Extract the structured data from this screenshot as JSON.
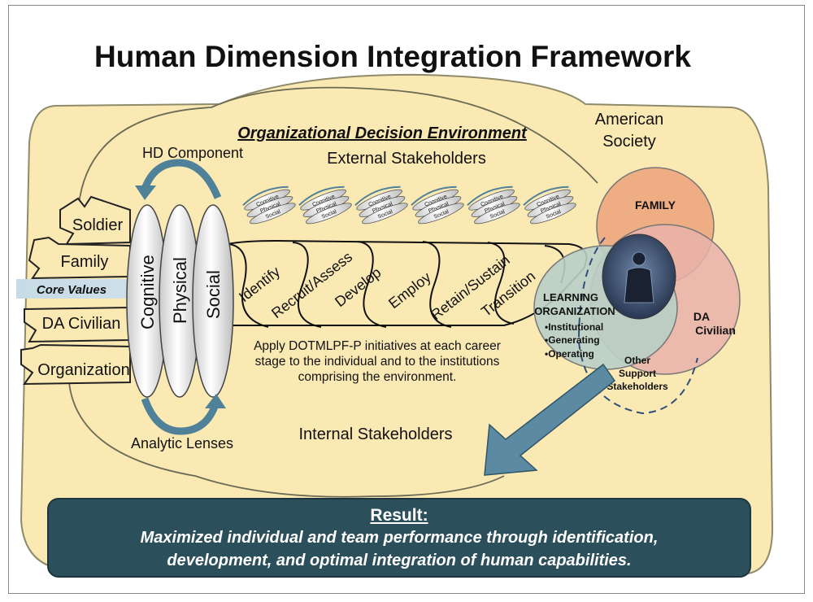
{
  "title": "Human Dimension Integration Framework",
  "environment": {
    "label": "Organizational Decision Environment",
    "external": "External Stakeholders",
    "internal": "Internal Stakeholders",
    "american_society_line1": "American",
    "american_society_line2": "Society"
  },
  "hd_component": "HD Component",
  "analytic_lenses": "Analytic Lenses",
  "lenses": [
    "Cognitive",
    "Physical",
    "Social"
  ],
  "rope_strands": [
    "Soldier",
    "Family",
    "Core Values",
    "DA Civilian",
    "Organization"
  ],
  "career_stages": [
    "Identify",
    "Recruit/Assess",
    "Develop",
    "Employ",
    "Retain/Sustain",
    "Transition"
  ],
  "mini_lens_labels": [
    "Cognitive",
    "Physical",
    "Social"
  ],
  "mini_lens_count": 6,
  "dotmlpf_text": [
    "Apply DOTMLPF-P initiatives at each career",
    "stage to the individual and to the institutions",
    "comprising the environment."
  ],
  "venn": {
    "family": "FAMILY",
    "da_civilian_line1": "DA",
    "da_civilian_line2": "Civilian",
    "learning_org_line1": "LEARNING",
    "learning_org_line2": "ORGANIZATION",
    "learning_items": [
      "•Institutional",
      "•Generating",
      "•Operating"
    ],
    "other_line1": "Other",
    "other_line2": "Support",
    "other_line3": "Stakeholders"
  },
  "result": {
    "title": "Result:",
    "line1": "Maximized individual and team performance through identification,",
    "line2": "development, and optimal integration of human capabilities."
  },
  "colors": {
    "background_cream": "#fbe9b4",
    "family_circle": "#eeaa82",
    "da_civilian_circle": "#e9b1aa",
    "learning_org_circle": "#b9cfc6",
    "arrow_teal": "#5b8aa2",
    "result_box": "#2c4f5c",
    "core_values_band": "#c7dbe6"
  }
}
